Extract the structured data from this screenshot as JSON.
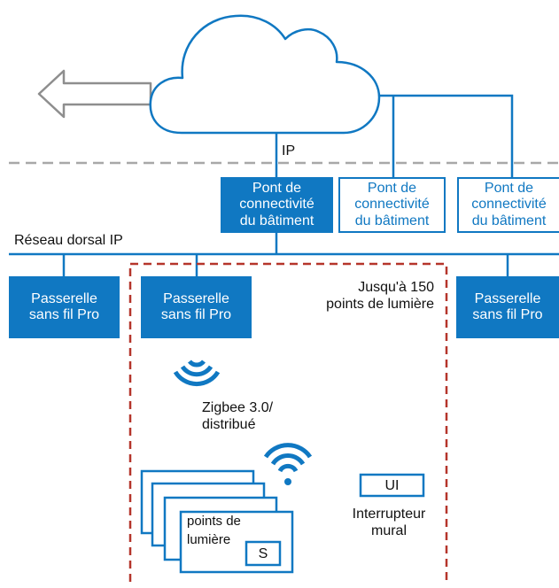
{
  "colors": {
    "brand_blue": "#1078c2",
    "dashed_red": "#b5352b",
    "dashed_gray": "#a8a8a8",
    "arrow_gray": "#8e8e8e"
  },
  "icons": [
    "cloud-icon",
    "left-arrow-icon",
    "wireless-signal-icon"
  ],
  "labels": {
    "ip": "IP",
    "backbone": "Réseau dorsal IP",
    "limit_line1": "Jusqu'à 150",
    "limit_line2": "points de lumière",
    "zigbee_line1": "Zigbee 3.0/",
    "zigbee_line2": "distribué",
    "switch_line1": "Interrupteur",
    "switch_line2": "mural"
  },
  "bridges": [
    {
      "line1": "Pont de",
      "line2": "connectivité",
      "line3": "du bâtiment",
      "style": "filled"
    },
    {
      "line1": "Pont de",
      "line2": "connectivité",
      "line3": "du bâtiment",
      "style": "outline"
    },
    {
      "line1": "Pont de",
      "line2": "connectivité",
      "line3": "du bâtiment",
      "style": "outline"
    }
  ],
  "gateways": [
    {
      "line1": "Passerelle",
      "line2": "sans fil Pro"
    },
    {
      "line1": "Passerelle",
      "line2": "sans fil Pro"
    },
    {
      "line1": "Passerelle",
      "line2": "sans fil Pro"
    }
  ],
  "light_card": {
    "line1": "points de",
    "line2": "lumière",
    "sensor": "S"
  },
  "ui_button": "UI"
}
